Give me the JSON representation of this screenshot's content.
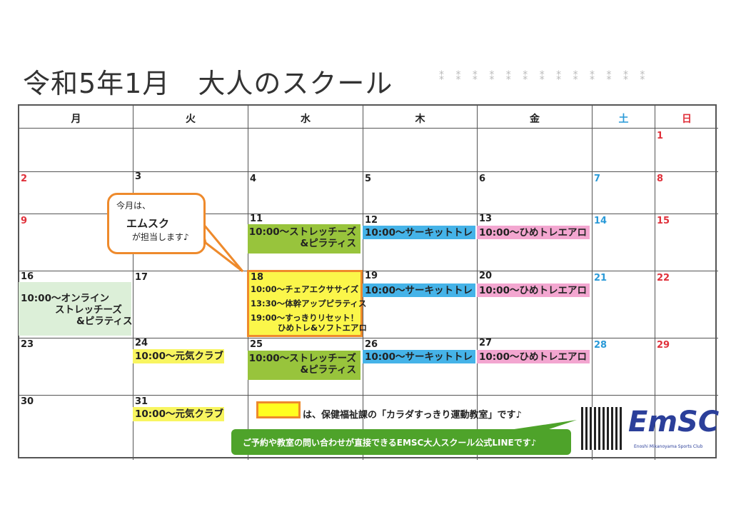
{
  "title": "令和5年1月　大人のスクール",
  "decoration": "⁑ ⁑ ⁑ ⁑ ⁑ ⁑ ⁑ ⁑ ⁑ ⁑ ⁑ ⁑ ⁑",
  "weekdays": [
    "月",
    "火",
    "水",
    "木",
    "金",
    "土",
    "日"
  ],
  "days": {
    "d1": "1",
    "d2": "2",
    "d3": "3",
    "d4": "4",
    "d5": "5",
    "d6": "6",
    "d7": "7",
    "d8": "8",
    "d9": "9",
    "d11": "11",
    "d12": "12",
    "d13": "13",
    "d14": "14",
    "d15": "15",
    "d16": "16",
    "d17": "17",
    "d18": "18",
    "d19": "19",
    "d20": "20",
    "d21": "21",
    "d22": "22",
    "d23": "23",
    "d24": "24",
    "d25": "25",
    "d26": "26",
    "d27": "27",
    "d28": "28",
    "d29": "29",
    "d30": "30",
    "d31": "31"
  },
  "events": {
    "stretch1": "10:00～ストレッチーズ",
    "stretch2": "&ピラティス",
    "circuit": "10:00～サーキットトレ",
    "hime": "10:00～ひめトレエアロ",
    "online1": "10:00～オンライン",
    "online2": "ストレッチーズ",
    "online3": "&ピラティス",
    "chair": "10:00～チェアエクササイズ",
    "core": "13:30～体幹アップピラティス",
    "reset1": "19:00～すっきりリセット！",
    "reset2": "ひめトレ&ソフトエアロ",
    "genki": "10:00～元気クラブ"
  },
  "bubble": {
    "line1": "今月は、",
    "line2": "エムスク",
    "line3": "が担当します♪"
  },
  "note": "は、保健福祉課の「カラダすっきり運動教室」です♪",
  "banner": "ご予約や教室の問い合わせが直接できるEMSC大人スクール公式LINEです♪",
  "logo": {
    "text": "EmSC",
    "sub": "Enoshi Mikanoyama Sports Club"
  }
}
